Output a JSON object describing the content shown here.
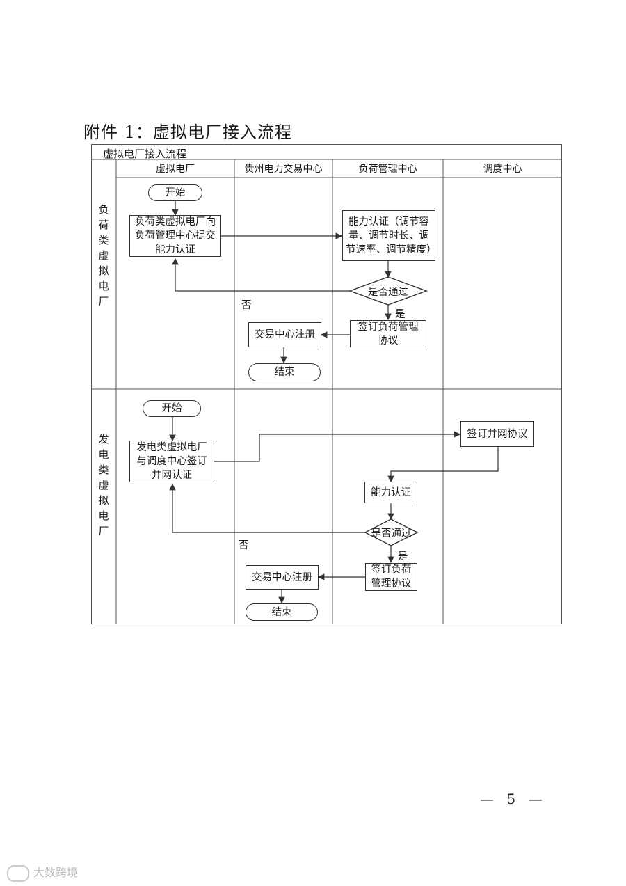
{
  "doc_title": "附件 1：虚拟电厂接入流程",
  "frame_title": "虚拟电厂接入流程",
  "columns": [
    "虚拟电厂",
    "贵州电力交易中心",
    "负荷管理中心",
    "调度中心"
  ],
  "rows": {
    "load": "负荷类虚拟电厂",
    "gen": "发电类虚拟电厂"
  },
  "load_flow": {
    "start": "开始",
    "submit": "负荷类虚拟电厂向负荷管理中心提交能力认证",
    "certify": "能力认证（调节容量、调节时长、调节速率、调节精度）",
    "decision": "是否通过",
    "yes": "是",
    "no": "否",
    "sign": "签订负荷管理协议",
    "register": "交易中心注册",
    "end": "结束"
  },
  "gen_flow": {
    "start": "开始",
    "submit": "发电类虚拟电厂与调度中心签订并网认证",
    "grid": "签订并网协议",
    "certify": "能力认证",
    "decision": "是否通过",
    "yes": "是",
    "no": "否",
    "sign": "签订负荷管理协议",
    "register": "交易中心注册",
    "end": "结束"
  },
  "page_number": "— 5 —",
  "watermark": "大数跨境"
}
